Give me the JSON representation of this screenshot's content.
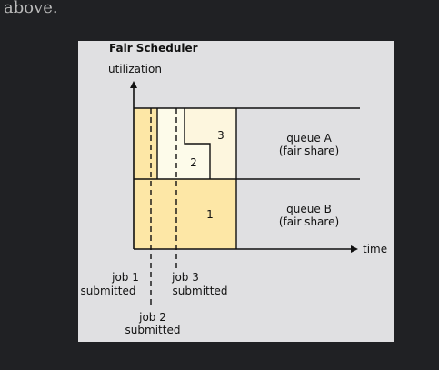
{
  "page_text": "above.",
  "diagram": {
    "title": "Fair Scheduler",
    "y_axis_label": "utilization",
    "x_axis_label": "time",
    "queues": [
      {
        "name": "queue A",
        "note": "(fair share)"
      },
      {
        "name": "queue B",
        "note": "(fair share)"
      }
    ],
    "jobs": [
      {
        "number": "1",
        "event_line1": "job 1",
        "event_line2": "submitted"
      },
      {
        "number": "2",
        "event_line1": "job 2",
        "event_line2": "submitted"
      },
      {
        "number": "3",
        "event_line1": "job 3",
        "event_line2": "submitted"
      }
    ],
    "colors": {
      "figure_background": "#e0e0e2",
      "job1_fill": "#fde7a6",
      "job2_fill": "#fdfbea",
      "job3_fill": "#fdf6de",
      "stroke": "#111111"
    }
  }
}
